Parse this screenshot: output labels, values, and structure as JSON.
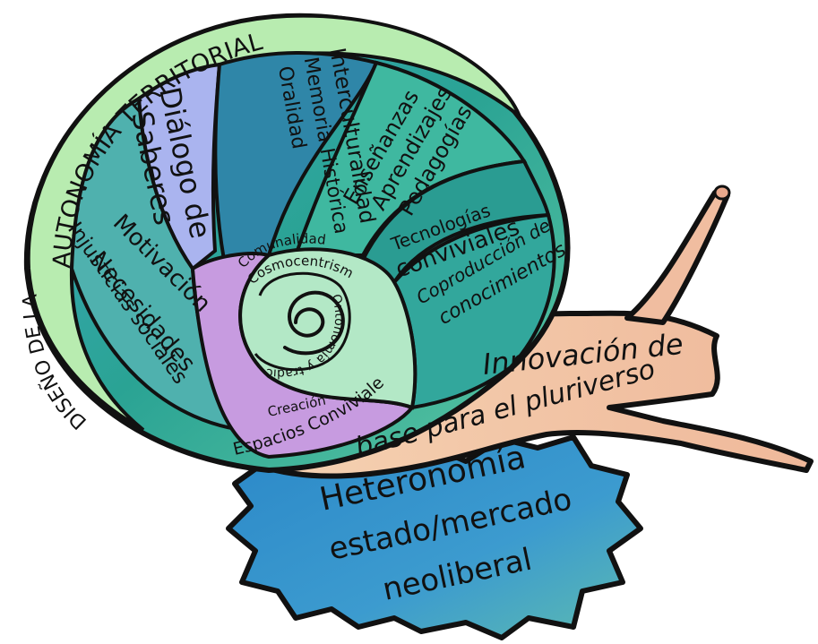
{
  "labels": {
    "autonomia": "AUTONOMÍA TERRITORIAL",
    "diseno": "DISEÑO DE LA",
    "dialogo_1": "Diálogo de",
    "dialogo_2": "Saberes",
    "memoria_1": "Interculturalidad",
    "memoria_2": "Memoria Histórica",
    "memoria_3": "Oralidad",
    "ensenanzas_1": "Enseñanzas",
    "ensenanzas_2": "Aprendizajes",
    "ensenanzas_3": "Pedagogías",
    "tecnologias_1": "Tecnologías",
    "tecnologias_2": "conviviales",
    "coproduccion_1": "Coproducción de",
    "coproduccion_2": "conocimientos",
    "motivacion": "Motivación",
    "necesidades": "Necesidades",
    "injusticias": "Injusticias sociales",
    "comunalidad": "Comunalidad",
    "cosmocentrismo": "Cosmocentrismo",
    "ontonomia": "Ontonomía y tradición",
    "creacion": "Creación",
    "espacios": "Espacios Conviviales",
    "innovacion_1": "Innovación de",
    "innovacion_2": "base para el pluriverso",
    "heteronomia_1": "Heteronomía",
    "heteronomia_2": "estado/mercado",
    "heteronomia_3": "neoliberal"
  },
  "colors": {
    "autonomia_band": "#b8ecb0",
    "shell_dark": "#1f8f8a",
    "shell_teal": "#3fb7a3",
    "shell_light": "#9ee3c9",
    "dialogo": "#a9b4ee",
    "memoria": "#2b7fa6",
    "motivacion": "#4fb1ae",
    "purple": "#c49ad8",
    "core": "#b0e6c4",
    "body": "#f3c7a6",
    "ground": "#3a8cc6"
  }
}
